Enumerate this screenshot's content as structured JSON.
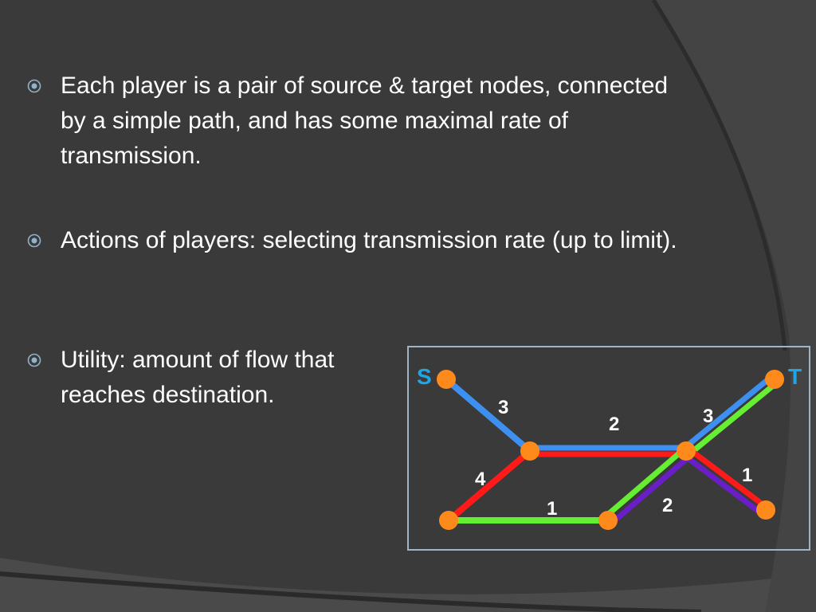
{
  "slide": {
    "bullets": [
      {
        "text": "Each player is a pair of source & target nodes, connected by a simple path, and has some maximal rate of transmission."
      },
      {
        "text": "Actions of players: selecting transmission rate (up to limit)."
      },
      {
        "text": "Utility: amount of flow that reaches destination."
      }
    ]
  },
  "diagram": {
    "source_label": "S",
    "target_label": "T",
    "edge_labels": {
      "s_to_a": "3",
      "a_to_b": "2",
      "b_to_t": "3",
      "a_to_c": "4",
      "c_to_d": "1",
      "d_to_b": "2",
      "b_to_e": "1"
    },
    "colors": {
      "node": "#ff8a1c",
      "path_blue": "#3d8ff0",
      "path_red": "#ff1a1a",
      "path_green": "#66ee33",
      "path_purple": "#6a1ec8",
      "endpoint_label": "#1ea7e8",
      "bullet_marker": "#8fb3c8"
    }
  }
}
